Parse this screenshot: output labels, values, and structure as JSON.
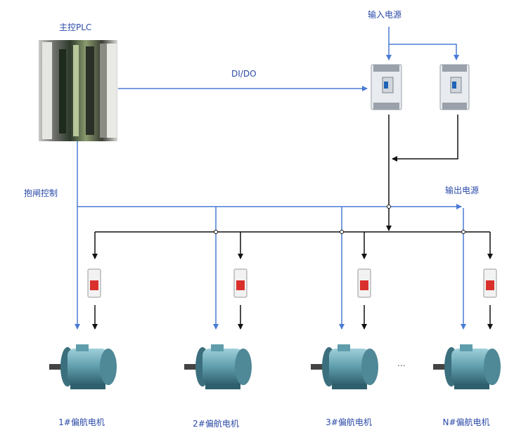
{
  "labels": {
    "plc": "主控PLC",
    "input_power": "输入电源",
    "dido": "DI/DO",
    "brake_control": "抱闸控制",
    "output_power": "输出电源",
    "ellipsis": "..."
  },
  "motors": [
    {
      "label": "1#偏航电机"
    },
    {
      "label": "2#偏航电机"
    },
    {
      "label": "3#偏航电机"
    },
    {
      "label": "N#偏航电机"
    }
  ],
  "colors": {
    "blue_line": "#4a7bd4",
    "black_line": "#111111",
    "label_text": "#2b4aa8",
    "motor_body": "#6aa6b4",
    "breaker_red": "#d9302c"
  }
}
